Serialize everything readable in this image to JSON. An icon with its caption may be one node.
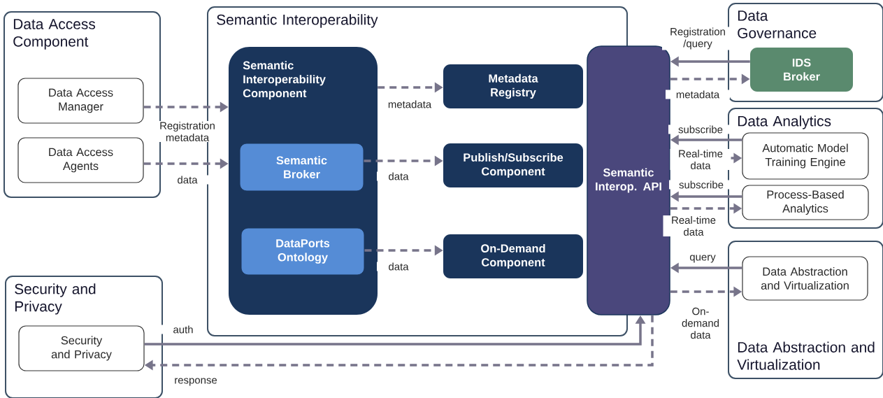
{
  "diagram": {
    "nodes": [
      {
        "text": [
          "Data Access Component"
        ]
      },
      {
        "text": [
          "Data Access Manager"
        ],
        "in": 0
      },
      {
        "text": [
          "Data Access Agents"
        ],
        "in": 0
      },
      {
        "text": [
          "Semantic Interoperability"
        ]
      },
      {
        "text": [
          "Semantic Interoperability Component"
        ],
        "in": 3
      },
      {
        "text": [
          "Semantic Broker"
        ],
        "in": 4
      },
      {
        "text": [
          "DataPorts Ontology"
        ],
        "in": 4
      },
      {
        "text": [
          "Metadata Registry"
        ],
        "in": 3
      },
      {
        "text": [
          "Publish/Subscribe Component"
        ],
        "in": 3
      },
      {
        "text": [
          "On-Demand Component"
        ],
        "in": 3
      },
      {
        "text": [
          "Semantic Interop. API"
        ]
      },
      {
        "text": [
          "Data Governance"
        ]
      },
      {
        "text": [
          "IDS Broker"
        ],
        "in": 11
      },
      {
        "text": [
          "Data Analytics"
        ]
      },
      {
        "text": [
          "Automatic Model Training Engine"
        ],
        "in": 13
      },
      {
        "text": [
          "Process-Based Analytics"
        ],
        "in": 13
      },
      {
        "text": [
          "Data Abstraction and Virtualization"
        ]
      },
      {
        "text": [
          "Data Abstraction and Virtualization"
        ],
        "in": 16
      },
      {
        "text": [
          "Security and Privacy"
        ]
      },
      {
        "text": [
          "Security and Privacy"
        ],
        "in": 18
      }
    ],
    "edges": [
      {
        "from": 1,
        "to": 4,
        "arrow": "to",
        "style": "dashed",
        "label": "Registration metadata"
      },
      {
        "from": 2,
        "to": 4,
        "arrow": "to",
        "style": "dashed",
        "label": "data"
      },
      {
        "from": 4,
        "to": 7,
        "arrow": "to",
        "style": "dashed",
        "label": "metadata"
      },
      {
        "from": 5,
        "to": 8,
        "arrow": "to",
        "style": "dashed",
        "label": "data"
      },
      {
        "from": 6,
        "to": 9,
        "arrow": "to",
        "style": "dashed",
        "label": "data"
      },
      {
        "from": 12,
        "to": 10,
        "arrow": "to",
        "label": "Registration /query"
      },
      {
        "from": 10,
        "to": 12,
        "arrow": "to",
        "style": "dashed",
        "label": "metadata"
      },
      {
        "from": 14,
        "to": 10,
        "arrow": "to",
        "label": "subscribe"
      },
      {
        "from": 10,
        "to": 14,
        "arrow": "to",
        "style": "dashed",
        "label": "Real-time data"
      },
      {
        "from": 15,
        "to": 10,
        "arrow": "to",
        "label": "subscribe"
      },
      {
        "from": 10,
        "to": 15,
        "arrow": "to",
        "style": "dashed",
        "label": "Real-time data"
      },
      {
        "from": 17,
        "to": 10,
        "arrow": "to",
        "label": "query"
      },
      {
        "from": 10,
        "to": 17,
        "arrow": "to",
        "style": "dashed",
        "label": "On-demand data"
      },
      {
        "from": 19,
        "to": 10,
        "arrow": "to",
        "label": "auth"
      },
      {
        "from": 10,
        "to": 19,
        "arrow": "to",
        "style": "dashed",
        "label": "response"
      }
    ]
  }
}
